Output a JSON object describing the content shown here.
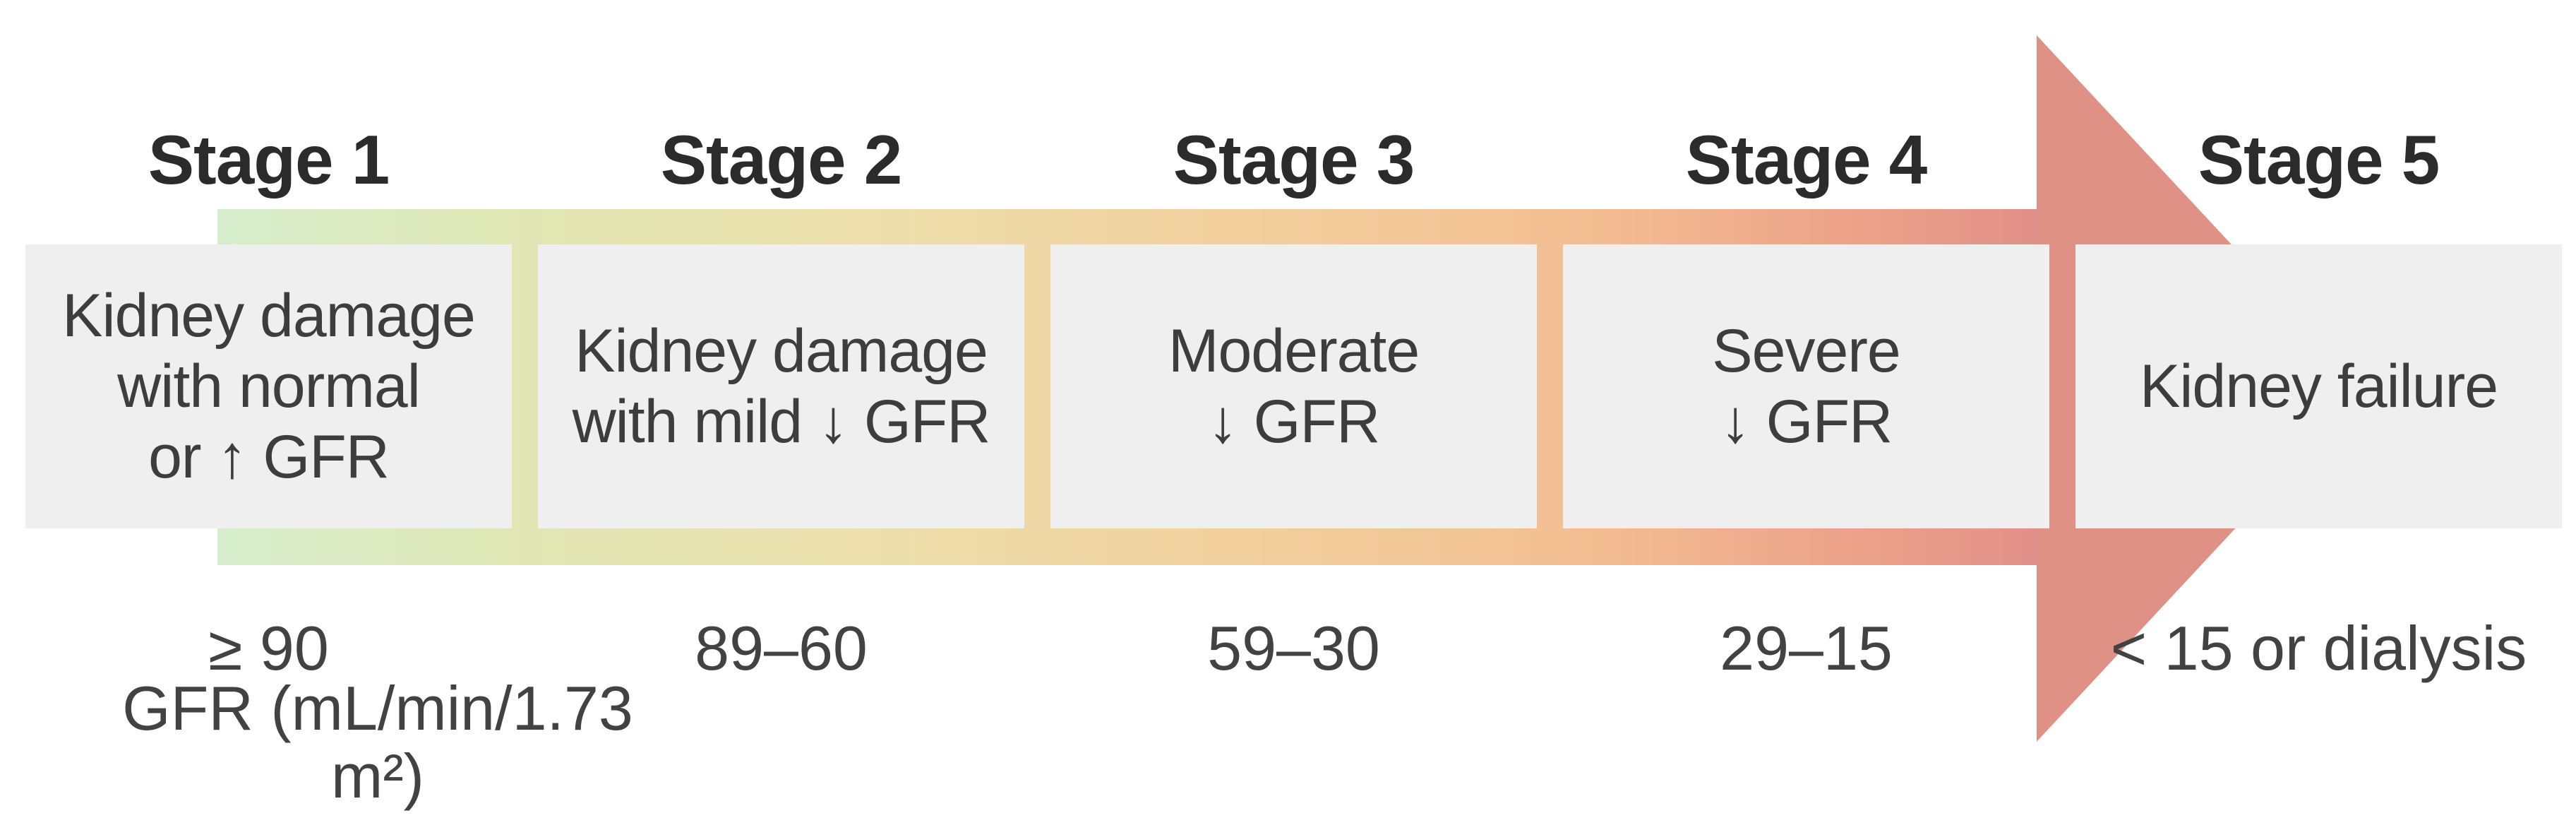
{
  "diagram": {
    "stages": [
      {
        "name": "Stage 1",
        "description": "Kidney damage\nwith normal\nor ↑ GFR",
        "gfr_value": "≥ 90"
      },
      {
        "name": "Stage 2",
        "description": "Kidney damage\nwith mild ↓ GFR",
        "gfr_value": "89–60"
      },
      {
        "name": "Stage 3",
        "description": "Moderate\n↓ GFR",
        "gfr_value": "59–30"
      },
      {
        "name": "Stage 4",
        "description": "Severe\n↓ GFR",
        "gfr_value": "29–15"
      },
      {
        "name": "Stage 5",
        "description": "Kidney failure",
        "gfr_value": "< 15 or dialysis"
      }
    ],
    "axis_label": "GFR (mL/min/1.73\nm²)",
    "colors": {
      "background": "#ffffff",
      "arrow_head": "#df9186",
      "box_bg": "#efefef",
      "heading_text": "#2b2b2b",
      "body_text": "#3d3d3d",
      "value_text": "#424242",
      "gradient_stops": [
        "#d7eecd 0%",
        "#e0e6b3 17%",
        "#ecdfab 36%",
        "#f2d09e 56%",
        "#f3bd92 76%",
        "#eca289 90%",
        "#e29089 100%"
      ]
    }
  }
}
